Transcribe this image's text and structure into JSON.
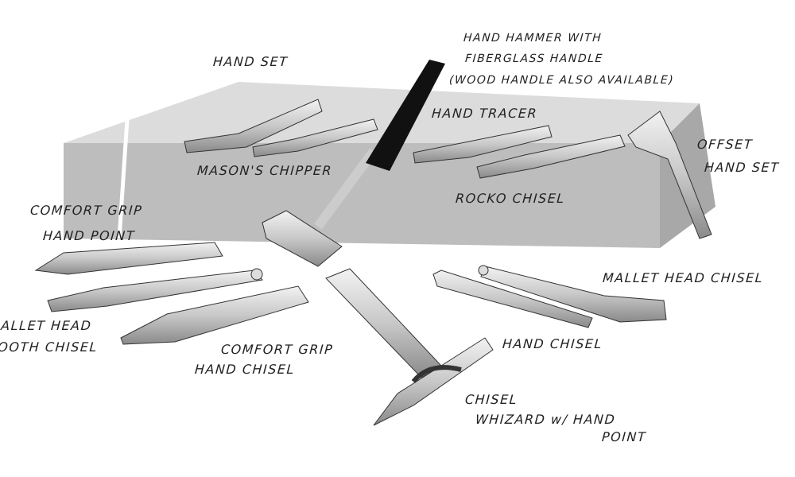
{
  "title": "Stone carving hand tools",
  "labels": {
    "hand_set": "HAND SET",
    "hammer_line1": "HAND HAMMER WITH",
    "hammer_line2": "FIBERGLASS HANDLE",
    "hammer_line3": "(WOOD HANDLE ALSO AVAILABLE)",
    "hand_tracer": "HAND TRACER",
    "offset_line1": "OFFSET",
    "offset_line2": "HAND SET",
    "masons_chipper": "MASON'S CHIPPER",
    "rocko_chisel": "ROCKO CHISEL",
    "comfort_point_line1": "COMFORT GRIP",
    "comfort_point_line2": "HAND POINT",
    "mallet_head_chisel": "MALLET HEAD CHISEL",
    "tooth_line1": "MALLET HEAD",
    "tooth_line2": "TOOTH CHISEL",
    "comfort_chisel_line1": "COMFORT GRIP",
    "comfort_chisel_line2": "HAND CHISEL",
    "hand_chisel": "HAND CHISEL",
    "whizard_line1": "CHISEL",
    "whizard_line2": "WHIZARD w/ HAND",
    "whizard_line3": "POINT"
  }
}
